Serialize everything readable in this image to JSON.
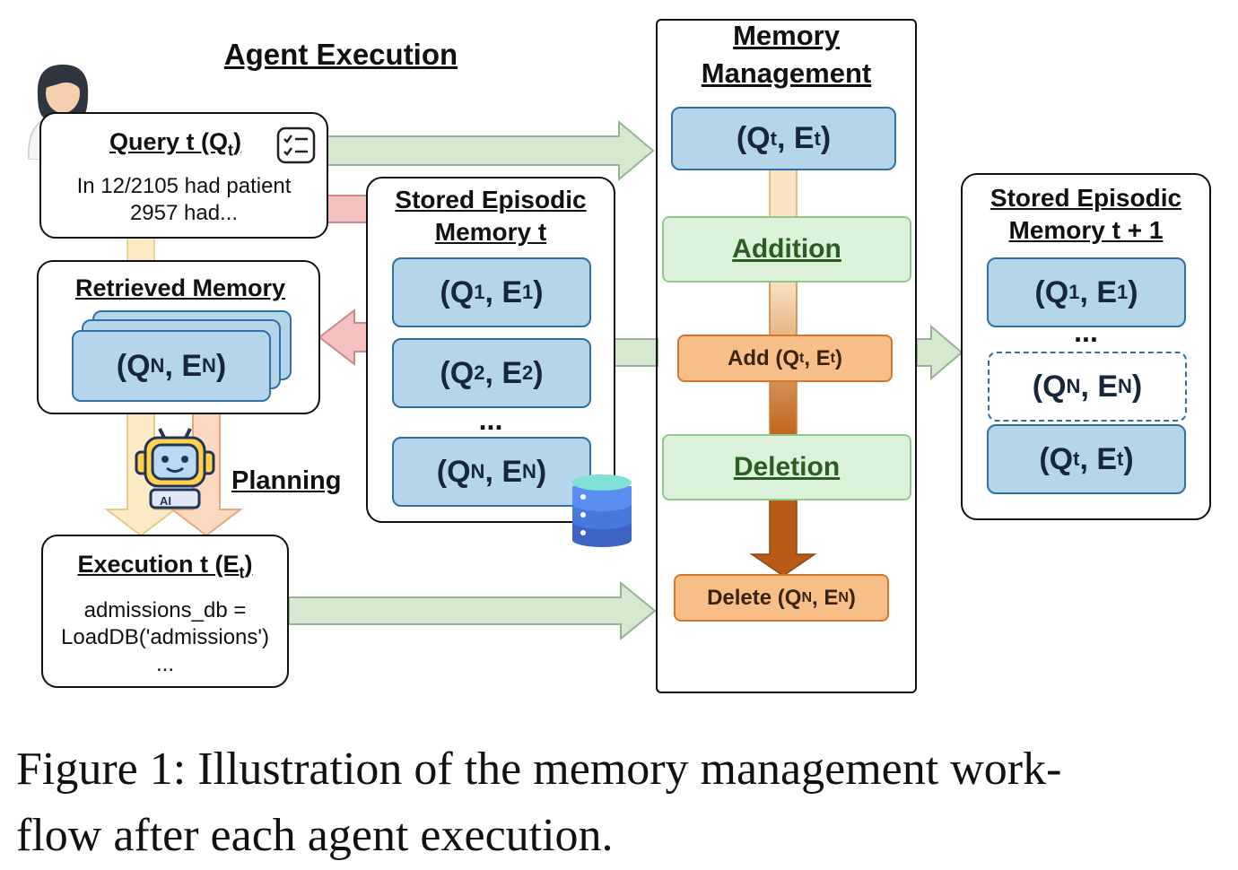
{
  "agent_execution": {
    "title": "Agent Execution"
  },
  "query": {
    "title": "Query t (Q_t)",
    "text_line1": "In 12/2105 had patient",
    "text_line2": "2957 had..."
  },
  "retrieved": {
    "title": "Retrieved Memory",
    "item": "(Q_N, E_N)"
  },
  "planning": {
    "label": "Planning",
    "robot_badge": "AI"
  },
  "execution": {
    "title": "Execution t (E_t)",
    "line1": "admissions_db =",
    "line2": "LoadDB('admissions')",
    "line3": "..."
  },
  "stored_t": {
    "title_line1": "Stored Episodic",
    "title_line2": "Memory t",
    "items": [
      "(Q_1, E_1)",
      "(Q_2, E_2)",
      "(Q_N, E_N)"
    ],
    "ellipsis": "..."
  },
  "memory_mgmt": {
    "title_line1": "Memory",
    "title_line2": "Management",
    "top_item": "(Q_t, E_t)",
    "addition": "Addition",
    "add_op": "Add (Q_t, E_t)",
    "deletion": "Deletion",
    "delete_op": "Delete (Q_N, E_N)"
  },
  "stored_t1": {
    "title_line1": "Stored Episodic",
    "title_line2": "Memory t + 1",
    "items": [
      "(Q_1, E_1)",
      "(Q_N, E_N)",
      "(Q_t, E_t)"
    ],
    "ellipsis": "..."
  },
  "caption": {
    "line1": "Figure 1: Illustration of the memory management work-",
    "line2": "flow after each agent execution."
  },
  "colors": {
    "blue_fill": "#b5d6ea",
    "blue_border": "#3070a6",
    "green_fill": "#dcf1da",
    "green_border": "#8fc98a",
    "orange_fill": "#f7bf87",
    "orange_border": "#d5762a",
    "red_arrow": "#f3c1bf",
    "green_arrow": "#d5e8d0"
  }
}
